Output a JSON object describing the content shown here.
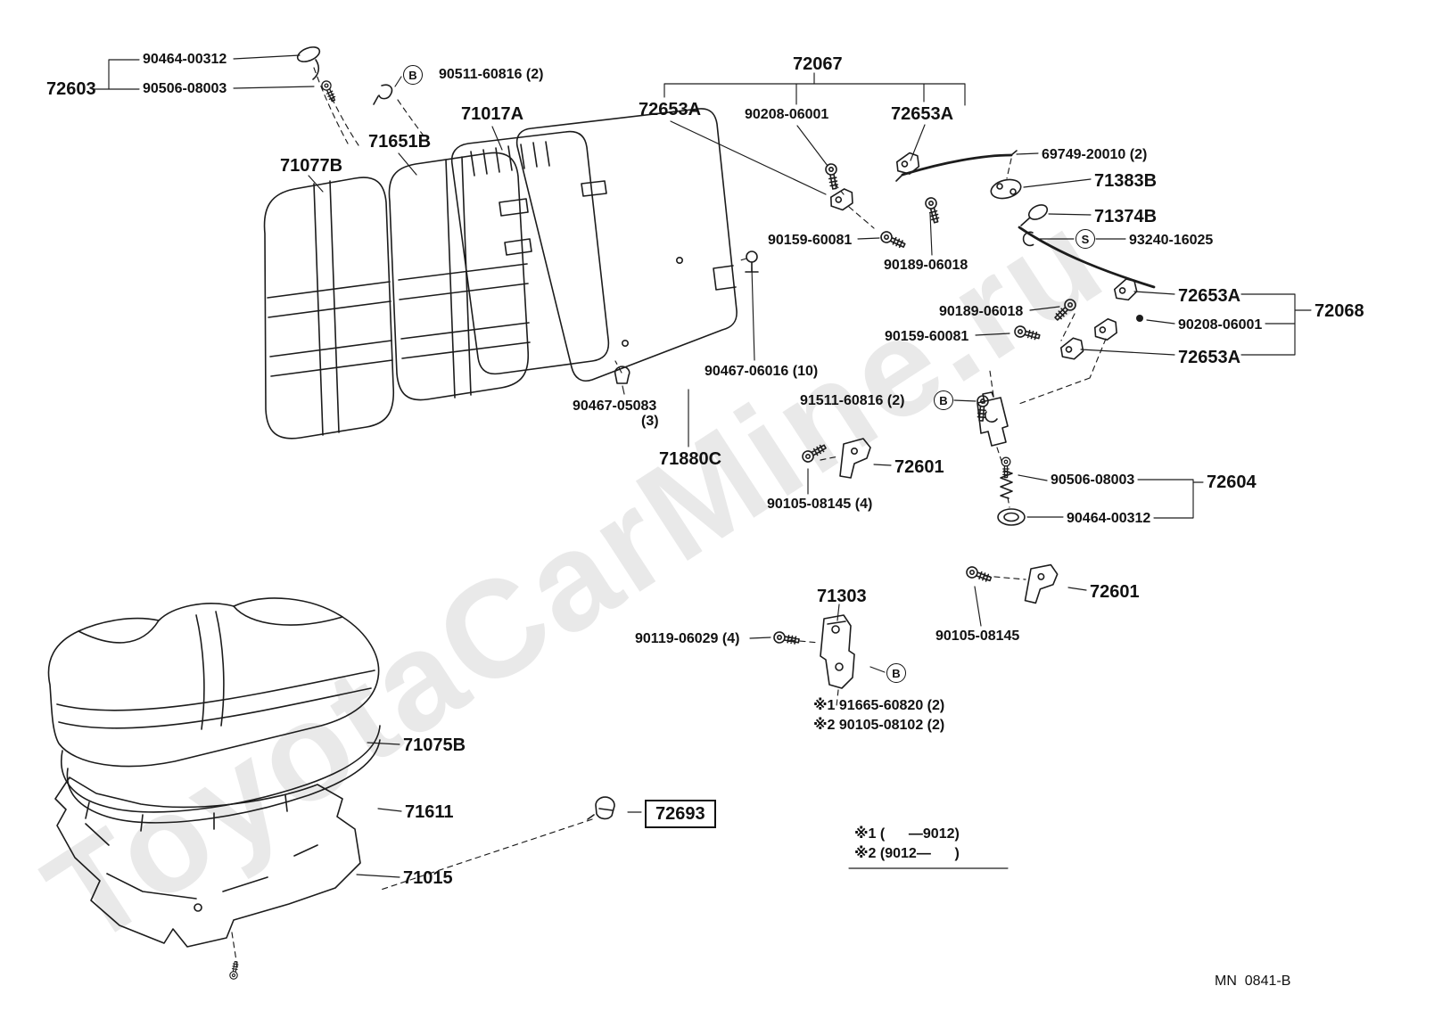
{
  "diagram": {
    "watermark": "ToyotaCarMine.ru",
    "footer_code": "MN  0841-B",
    "symbols": {
      "b": "B",
      "s": "S"
    },
    "labels": [
      {
        "text": "90464-00312"
      },
      {
        "text": "90506-08003"
      },
      {
        "text": "72603"
      },
      {
        "text": "90511-60816 (2)"
      },
      {
        "text": "71017A"
      },
      {
        "text": "71651B"
      },
      {
        "text": "71077B"
      },
      {
        "text": "72067"
      },
      {
        "text": "72653A"
      },
      {
        "text": "90208-06001"
      },
      {
        "text": "72653A"
      },
      {
        "text": "69749-20010 (2)"
      },
      {
        "text": "71383B"
      },
      {
        "text": "71374B"
      },
      {
        "text": "93240-16025"
      },
      {
        "text": "90159-60081"
      },
      {
        "text": "90189-06018"
      },
      {
        "text": "72653A"
      },
      {
        "text": "72068"
      },
      {
        "text": "90189-06018"
      },
      {
        "text": "90208-06001"
      },
      {
        "text": "90159-60081"
      },
      {
        "text": "72653A"
      },
      {
        "text": "90467-06016 (10)"
      },
      {
        "text": "91511-60816 (2)"
      },
      {
        "text": "90467-05083"
      },
      {
        "text": "(3)"
      },
      {
        "text": "71880C"
      },
      {
        "text": "72601"
      },
      {
        "text": "90105-08145 (4)"
      },
      {
        "text": "90506-08003"
      },
      {
        "text": "72604"
      },
      {
        "text": "90464-00312"
      },
      {
        "text": "72601"
      },
      {
        "text": "71303"
      },
      {
        "text": "90119-06029 (4)"
      },
      {
        "text": "90105-08145"
      },
      {
        "text": "※1 91665-60820 (2)"
      },
      {
        "text": "※2 90105-08102 (2)"
      },
      {
        "text": "71075B"
      },
      {
        "text": "71611"
      },
      {
        "text": "72693"
      },
      {
        "text": "71015"
      },
      {
        "text": "※1 (      —9012)"
      },
      {
        "text": "※2 (9012—      )"
      }
    ]
  }
}
